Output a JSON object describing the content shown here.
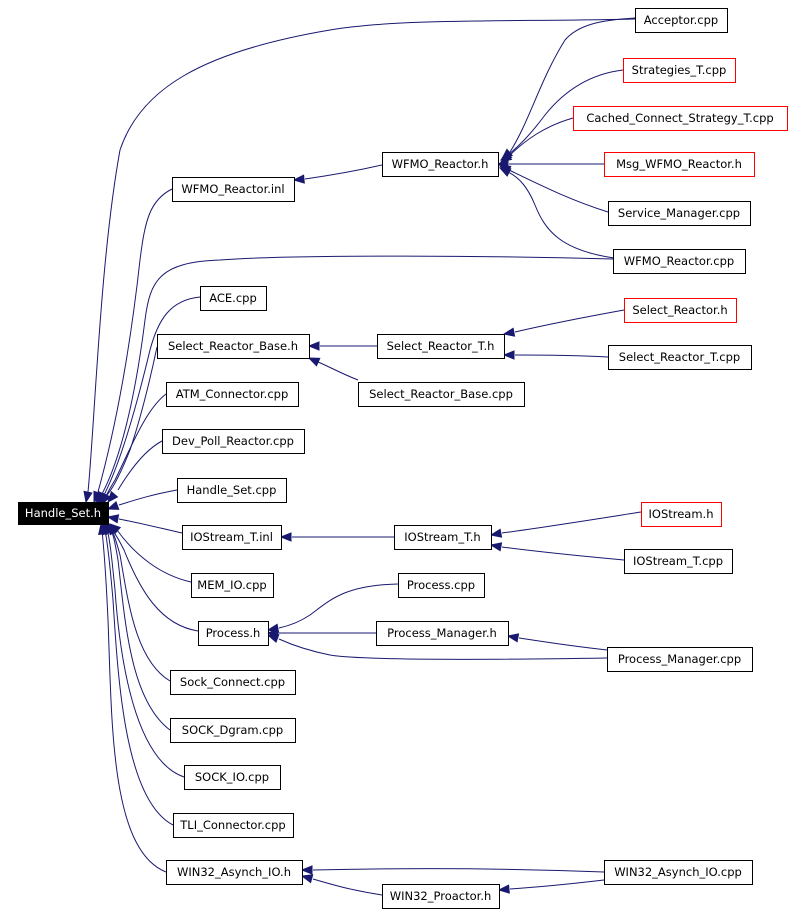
{
  "graph": {
    "type": "include-dependency-graph",
    "colors": {
      "edge": "#191970",
      "node_border": "#000000",
      "missing_border": "#ff0000",
      "root_fill": "#000000",
      "root_text": "#ffffff"
    },
    "nodes": [
      {
        "id": "handle_set_h",
        "label": "Handle_Set.h",
        "kind": "root"
      },
      {
        "id": "wfmo_reactor_inl",
        "label": "WFMO_Reactor.inl",
        "kind": "normal"
      },
      {
        "id": "wfmo_reactor_h",
        "label": "WFMO_Reactor.h",
        "kind": "normal"
      },
      {
        "id": "acceptor_cpp",
        "label": "Acceptor.cpp",
        "kind": "normal"
      },
      {
        "id": "strategies_t_cpp",
        "label": "Strategies_T.cpp",
        "kind": "missing"
      },
      {
        "id": "cached_connect_strategy_t_cpp",
        "label": "Cached_Connect_Strategy_T.cpp",
        "kind": "missing"
      },
      {
        "id": "msg_wfmo_reactor_h",
        "label": "Msg_WFMO_Reactor.h",
        "kind": "missing"
      },
      {
        "id": "service_manager_cpp",
        "label": "Service_Manager.cpp",
        "kind": "normal"
      },
      {
        "id": "wfmo_reactor_cpp",
        "label": "WFMO_Reactor.cpp",
        "kind": "normal"
      },
      {
        "id": "ace_cpp",
        "label": "ACE.cpp",
        "kind": "normal"
      },
      {
        "id": "select_reactor_base_h",
        "label": "Select_Reactor_Base.h",
        "kind": "normal"
      },
      {
        "id": "select_reactor_t_h",
        "label": "Select_Reactor_T.h",
        "kind": "normal"
      },
      {
        "id": "select_reactor_h",
        "label": "Select_Reactor.h",
        "kind": "missing"
      },
      {
        "id": "select_reactor_t_cpp",
        "label": "Select_Reactor_T.cpp",
        "kind": "normal"
      },
      {
        "id": "select_reactor_base_cpp",
        "label": "Select_Reactor_Base.cpp",
        "kind": "normal"
      },
      {
        "id": "atm_connector_cpp",
        "label": "ATM_Connector.cpp",
        "kind": "normal"
      },
      {
        "id": "dev_poll_reactor_cpp",
        "label": "Dev_Poll_Reactor.cpp",
        "kind": "normal"
      },
      {
        "id": "handle_set_cpp",
        "label": "Handle_Set.cpp",
        "kind": "normal"
      },
      {
        "id": "iostream_t_inl",
        "label": "IOStream_T.inl",
        "kind": "normal"
      },
      {
        "id": "iostream_t_h",
        "label": "IOStream_T.h",
        "kind": "normal"
      },
      {
        "id": "iostream_h",
        "label": "IOStream.h",
        "kind": "missing"
      },
      {
        "id": "iostream_t_cpp",
        "label": "IOStream_T.cpp",
        "kind": "normal"
      },
      {
        "id": "mem_io_cpp",
        "label": "MEM_IO.cpp",
        "kind": "normal"
      },
      {
        "id": "process_h",
        "label": "Process.h",
        "kind": "normal"
      },
      {
        "id": "process_cpp",
        "label": "Process.cpp",
        "kind": "normal"
      },
      {
        "id": "process_manager_h",
        "label": "Process_Manager.h",
        "kind": "normal"
      },
      {
        "id": "process_manager_cpp",
        "label": "Process_Manager.cpp",
        "kind": "normal"
      },
      {
        "id": "sock_connect_cpp",
        "label": "Sock_Connect.cpp",
        "kind": "normal"
      },
      {
        "id": "sock_dgram_cpp",
        "label": "SOCK_Dgram.cpp",
        "kind": "normal"
      },
      {
        "id": "sock_io_cpp",
        "label": "SOCK_IO.cpp",
        "kind": "normal"
      },
      {
        "id": "tli_connector_cpp",
        "label": "TLI_Connector.cpp",
        "kind": "normal"
      },
      {
        "id": "win32_asynch_io_h",
        "label": "WIN32_Asynch_IO.h",
        "kind": "normal"
      },
      {
        "id": "win32_asynch_io_cpp",
        "label": "WIN32_Asynch_IO.cpp",
        "kind": "normal"
      },
      {
        "id": "win32_proactor_h",
        "label": "WIN32_Proactor.h",
        "kind": "normal"
      }
    ],
    "edges": [
      {
        "from": "acceptor_cpp",
        "to": "handle_set_h"
      },
      {
        "from": "wfmo_reactor_inl",
        "to": "handle_set_h"
      },
      {
        "from": "wfmo_reactor_h",
        "to": "wfmo_reactor_inl"
      },
      {
        "from": "acceptor_cpp",
        "to": "wfmo_reactor_h"
      },
      {
        "from": "strategies_t_cpp",
        "to": "wfmo_reactor_h"
      },
      {
        "from": "cached_connect_strategy_t_cpp",
        "to": "wfmo_reactor_h"
      },
      {
        "from": "msg_wfmo_reactor_h",
        "to": "wfmo_reactor_h"
      },
      {
        "from": "service_manager_cpp",
        "to": "wfmo_reactor_h"
      },
      {
        "from": "wfmo_reactor_cpp",
        "to": "wfmo_reactor_h"
      },
      {
        "from": "wfmo_reactor_cpp",
        "to": "handle_set_h"
      },
      {
        "from": "ace_cpp",
        "to": "handle_set_h"
      },
      {
        "from": "select_reactor_base_h",
        "to": "handle_set_h"
      },
      {
        "from": "select_reactor_t_h",
        "to": "select_reactor_base_h"
      },
      {
        "from": "select_reactor_base_cpp",
        "to": "select_reactor_base_h"
      },
      {
        "from": "select_reactor_h",
        "to": "select_reactor_t_h"
      },
      {
        "from": "select_reactor_t_cpp",
        "to": "select_reactor_t_h"
      },
      {
        "from": "atm_connector_cpp",
        "to": "handle_set_h"
      },
      {
        "from": "dev_poll_reactor_cpp",
        "to": "handle_set_h"
      },
      {
        "from": "handle_set_cpp",
        "to": "handle_set_h"
      },
      {
        "from": "iostream_t_inl",
        "to": "handle_set_h"
      },
      {
        "from": "iostream_t_h",
        "to": "iostream_t_inl"
      },
      {
        "from": "iostream_h",
        "to": "iostream_t_h"
      },
      {
        "from": "iostream_t_cpp",
        "to": "iostream_t_h"
      },
      {
        "from": "mem_io_cpp",
        "to": "handle_set_h"
      },
      {
        "from": "process_h",
        "to": "handle_set_h"
      },
      {
        "from": "process_cpp",
        "to": "process_h"
      },
      {
        "from": "process_manager_h",
        "to": "process_h"
      },
      {
        "from": "process_manager_cpp",
        "to": "process_h"
      },
      {
        "from": "process_manager_cpp",
        "to": "process_manager_h"
      },
      {
        "from": "sock_connect_cpp",
        "to": "handle_set_h"
      },
      {
        "from": "sock_dgram_cpp",
        "to": "handle_set_h"
      },
      {
        "from": "sock_io_cpp",
        "to": "handle_set_h"
      },
      {
        "from": "tli_connector_cpp",
        "to": "handle_set_h"
      },
      {
        "from": "win32_asynch_io_h",
        "to": "handle_set_h"
      },
      {
        "from": "win32_proactor_h",
        "to": "win32_asynch_io_h"
      },
      {
        "from": "win32_asynch_io_cpp",
        "to": "win32_asynch_io_h"
      },
      {
        "from": "win32_asynch_io_cpp",
        "to": "win32_proactor_h"
      }
    ]
  }
}
